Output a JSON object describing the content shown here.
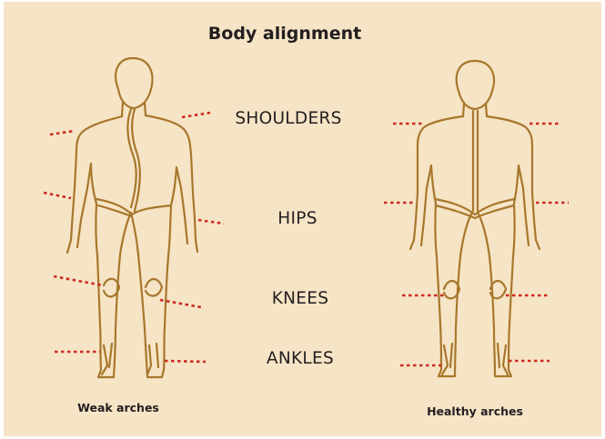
{
  "title": "Body alignment",
  "joints": [
    "SHOULDERS",
    "HIPS",
    "KNEES",
    "ANKLES"
  ],
  "figures": [
    {
      "caption": "Weak arches"
    },
    {
      "caption": "Healthy arches"
    }
  ],
  "colors": {
    "background": "#f6e4c6",
    "body_outline": "#a7772c",
    "alignment_line": "#cd2b21",
    "text": "#231f20"
  }
}
